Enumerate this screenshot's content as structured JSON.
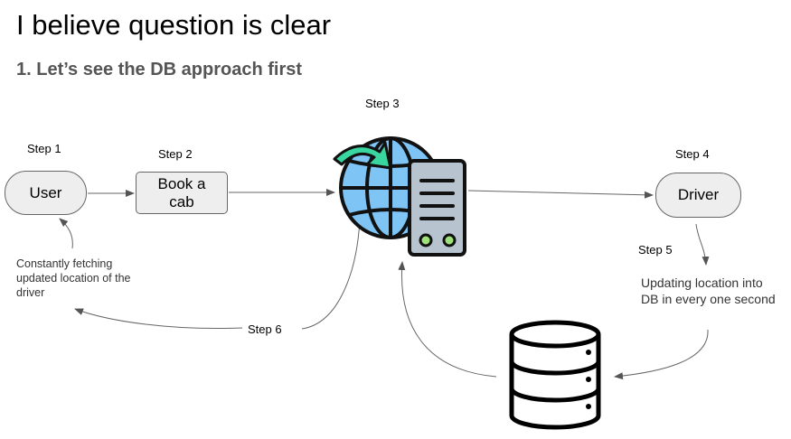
{
  "title": "I believe question is clear",
  "subtitle": "1. Let’s see the DB approach first",
  "nodes": {
    "user": "User",
    "book_cab": "Book a cab",
    "driver": "Driver"
  },
  "steps": {
    "step1": "Step 1",
    "step2": "Step 2",
    "step3": "Step 3",
    "step4": "Step 4",
    "step5": "Step 5",
    "step6": "Step 6"
  },
  "notes": {
    "fetching": "Constantly fetching updated location of the driver",
    "updating": "Updating location into DB in every one second"
  },
  "icons": {
    "server": "globe-server-icon",
    "database": "database-icon"
  },
  "colors": {
    "node_fill": "#eeeeee",
    "globe_blue": "#7ec4f5",
    "arrow_green": "#39d6a0",
    "server_grey": "#b7c3cf",
    "light_green": "#9ee27a"
  }
}
